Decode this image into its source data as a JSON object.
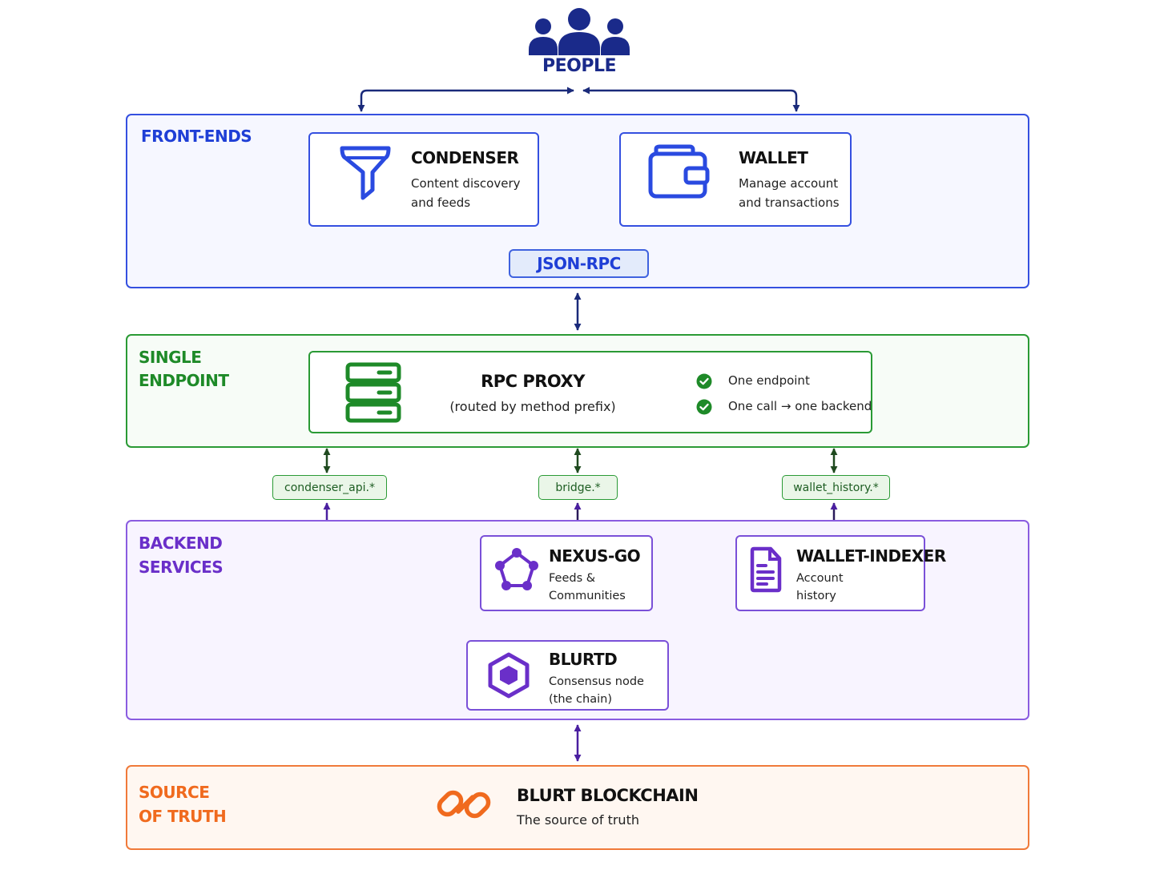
{
  "people": {
    "label": "PEOPLE",
    "icon": "people-icon"
  },
  "layers": {
    "front_ends": {
      "title": "FRONT-ENDS",
      "color": "#1f3fd6"
    },
    "single_endpoint": {
      "title_line1": "SINGLE",
      "title_line2": "ENDPOINT",
      "color": "#1e8a28"
    },
    "backend_services": {
      "title_line1": "BACKEND",
      "title_line2": "SERVICES",
      "color": "#6a2fc9"
    },
    "source_of_truth": {
      "title_line1": "SOURCE",
      "title_line2": "OF TRUTH",
      "color": "#f06a1e"
    }
  },
  "condenser": {
    "title": "CONDENSER",
    "line1": "Content discovery",
    "line2": "and feeds",
    "icon": "funnel-icon"
  },
  "wallet": {
    "title": "WALLET",
    "line1": "Manage account",
    "line2": "and transactions",
    "icon": "wallet-icon"
  },
  "json_rpc": {
    "label": "JSON-RPC"
  },
  "rpc_proxy": {
    "title": "RPC PROXY",
    "subtitle": "(routed by method prefix)",
    "features": [
      "One endpoint",
      "One call → one backend"
    ],
    "icon": "server-icon"
  },
  "routes": {
    "condenser": "condenser_api.*",
    "bridge": "bridge.*",
    "wallet_history": "wallet_history.*"
  },
  "nexus_go": {
    "title": "NEXUS-GO",
    "line1": "Feeds &",
    "line2": "Communities",
    "icon": "network-icon"
  },
  "wallet_indexer": {
    "title": "WALLET-INDEXER",
    "line1": "Account",
    "line2": "history",
    "icon": "document-icon"
  },
  "blurtd": {
    "title": "BLURTD",
    "line1": "Consensus node",
    "line2": "(the chain)",
    "icon": "hexagon-icon"
  },
  "blockchain": {
    "title": "BLURT BLOCKCHAIN",
    "subtitle": "The source of truth",
    "icon": "chain-link-icon"
  }
}
